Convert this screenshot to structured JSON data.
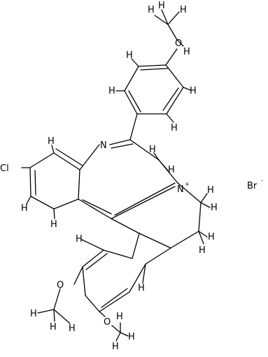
{
  "molecule": {
    "labels": {
      "o_top": "O",
      "n_imine": "N",
      "n_plus": "N",
      "plus_sign": "+",
      "cl": "Cl",
      "br": "Br",
      "br_charge": "-",
      "o_left": "O",
      "o_bottom": "O",
      "h": "H"
    }
  }
}
